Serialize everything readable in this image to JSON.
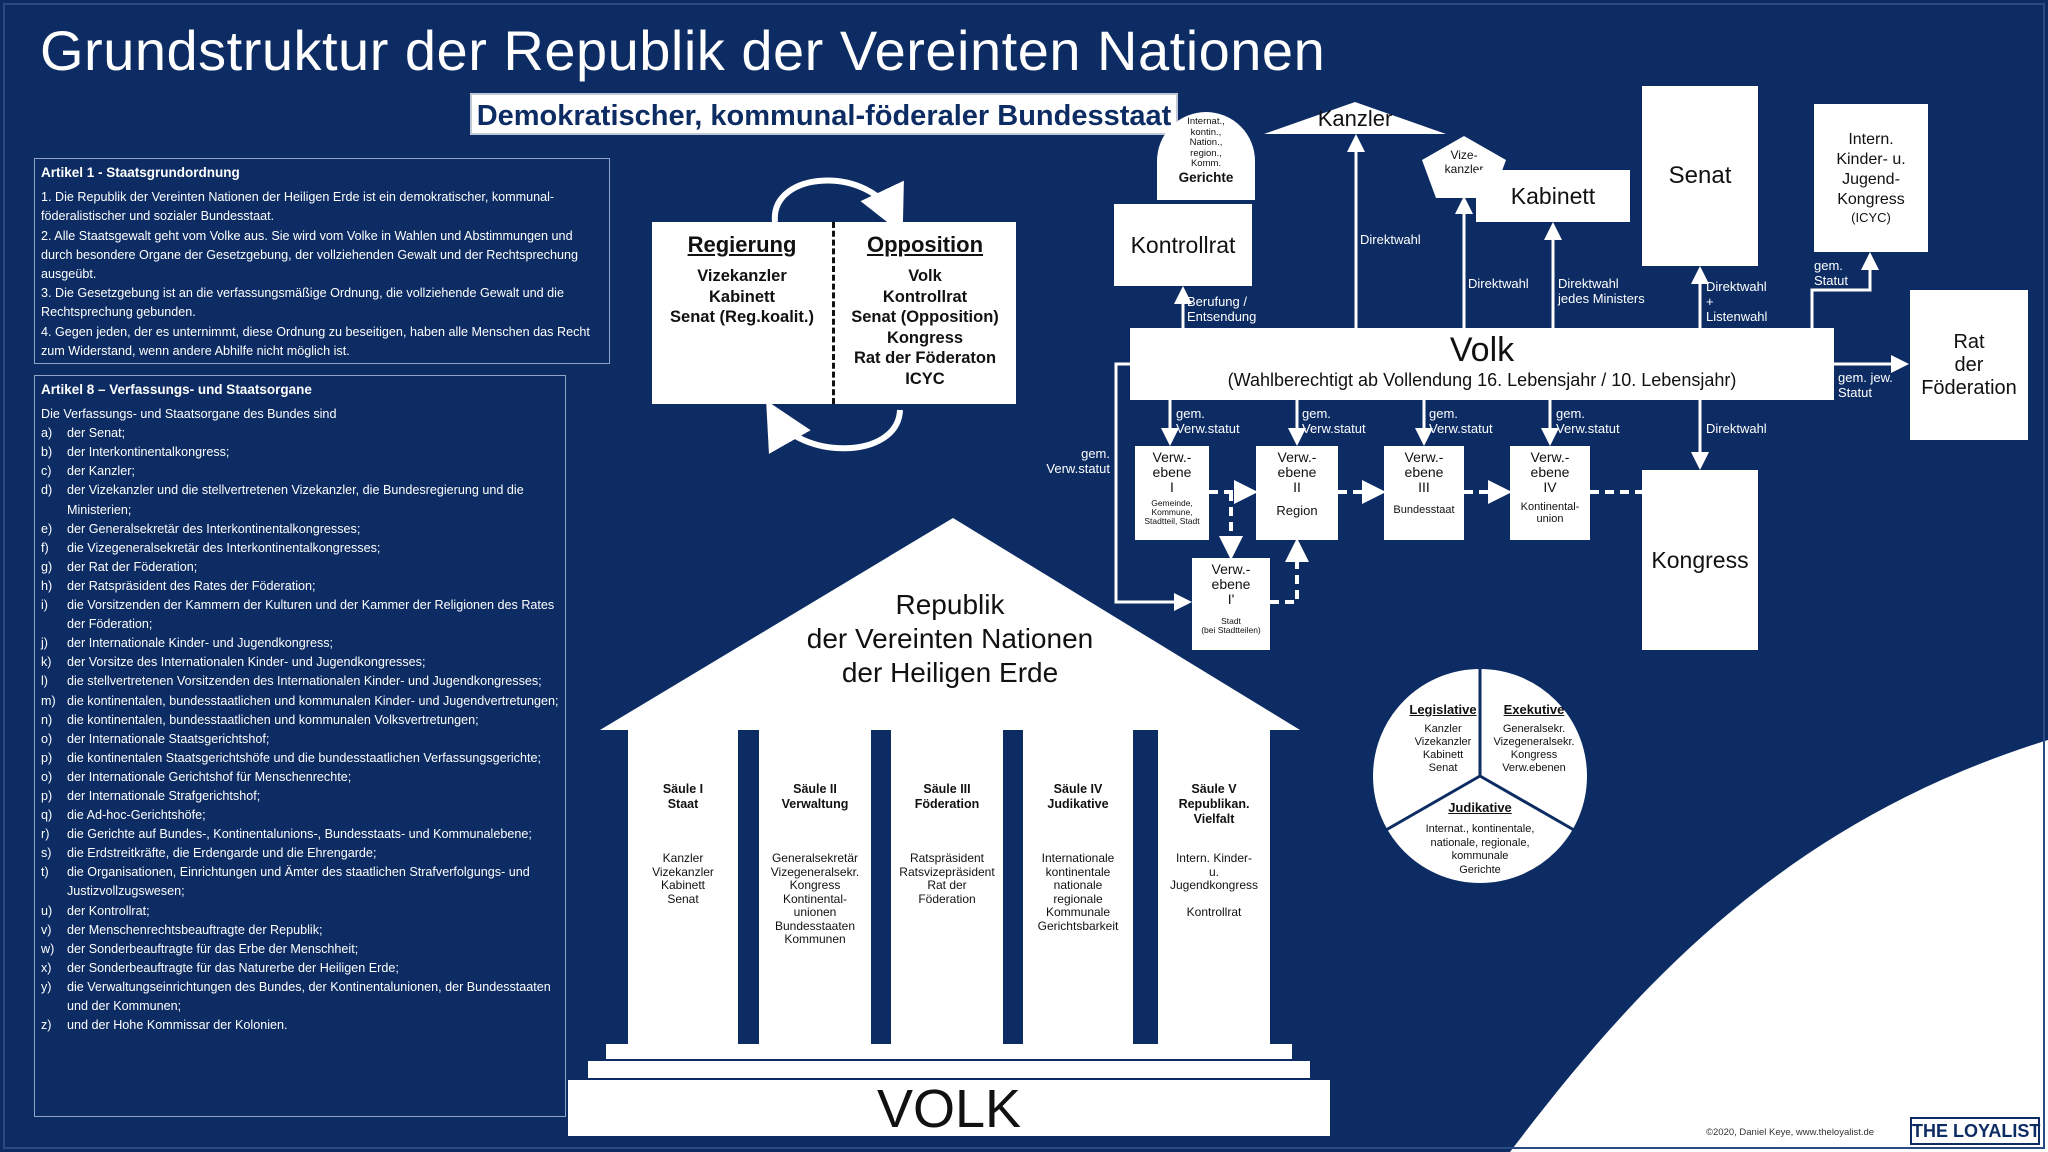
{
  "title": "Grundstruktur der Republik der Vereinten Nationen",
  "subtitle": "Demokratischer, kommunal-föderaler Bundesstaat",
  "artikel1": {
    "heading": "Artikel 1 - Staatsgrundordnung",
    "paragraphs": [
      "1. Die Republik der Vereinten Nationen der Heiligen Erde ist ein demokratischer, kommunal-föderalistischer und sozialer Bundesstaat.",
      "2. Alle Staatsgewalt geht vom Volke aus. Sie wird vom Volke in Wahlen und Abstimmungen und durch besondere Organe der Gesetzgebung, der vollziehenden Gewalt und der Rechtsprechung ausgeübt.",
      "3. Die Gesetzgebung ist an die verfassungsmäßige Ordnung, die vollziehende Gewalt und die Rechtsprechung gebunden.",
      "4. Gegen jeden, der es unternimmt, diese Ordnung zu beseitigen, haben alle Menschen das Recht zum Widerstand, wenn andere Abhilfe nicht möglich ist."
    ]
  },
  "artikel8": {
    "heading": "Artikel 8 – Verfassungs- und Staatsorgane",
    "intro": "Die Verfassungs- und Staatsorgane des Bundes sind",
    "items": [
      {
        "k": "a)",
        "t": "der Senat;"
      },
      {
        "k": "b)",
        "t": "der Interkontinentalkongress;"
      },
      {
        "k": "c)",
        "t": "der Kanzler;"
      },
      {
        "k": "d)",
        "t": "der Vizekanzler und die stellvertretenen Vizekanzler, die Bundesregierung und die Ministerien;"
      },
      {
        "k": "e)",
        "t": "der Generalsekretär des Interkontinentalkongresses;"
      },
      {
        "k": "f)",
        "t": "die Vizegeneralsekretär des Interkontinentalkongresses;"
      },
      {
        "k": "g)",
        "t": "der Rat der Föderation;"
      },
      {
        "k": "h)",
        "t": "der Ratspräsident des Rates der Föderation;"
      },
      {
        "k": "i)",
        "t": "die Vorsitzenden der Kammern der Kulturen und der Kammer  der Religionen des Rates der Föderation;"
      },
      {
        "k": "j)",
        "t": "der Internationale Kinder- und Jugendkongress;"
      },
      {
        "k": "k)",
        "t": "der Vorsitze des Internationalen Kinder- und Jugendkongresses;"
      },
      {
        "k": "l)",
        "t": "die stellvertretenen Vorsitzenden des Internationalen Kinder- und Jugendkongresses;"
      },
      {
        "k": "m)",
        "t": "die kontinentalen, bundesstaatlichen und kommunalen Kinder- und Jugendvertretungen;"
      },
      {
        "k": "n)",
        "t": "die kontinentalen, bundesstaatlichen und kommunalen    Volksvertretungen;"
      },
      {
        "k": "o)",
        "t": "der Internationale Staatsgerichtshof;"
      },
      {
        "k": "p)",
        "t": "die kontinentalen Staatsgerichtshöfe und die bundesstaatlichen Verfassungsgerichte;"
      },
      {
        "k": "o)",
        "t": "der Internationale Gerichtshof für Menschenrechte;"
      },
      {
        "k": "p)",
        "t": "der Internationale Strafgerichtshof;"
      },
      {
        "k": "q)",
        "t": "die Ad-hoc-Gerichtshöfe;"
      },
      {
        "k": "r)",
        "t": "die Gerichte auf Bundes-, Kontinentalunions-, Bundesstaats- und Kommunalebene;"
      },
      {
        "k": "s)",
        "t": "die Erdstreitkräfte, die Erdengarde und die Ehrengarde;"
      },
      {
        "k": "t)",
        "t": "die Organisationen, Einrichtungen und Ämter des staatlichen  Strafverfolgungs- und Justizvollzugswesen;"
      },
      {
        "k": "u)",
        "t": "der Kontrollrat;"
      },
      {
        "k": "v)",
        "t": "der Menschenrechtsbeauftragte der Republik;"
      },
      {
        "k": "w)",
        "t": "der Sonderbeauftragte für das Erbe der Menschheit;"
      },
      {
        "k": "x)",
        "t": "der Sonderbeauftragte für das Naturerbe der Heiligen Erde;"
      },
      {
        "k": "y)",
        "t": "die Verwaltungseinrichtungen des Bundes, der Kontinentalunionen, der Bundesstaaten und der Kommunen;"
      },
      {
        "k": "z)",
        "t": "und der Hohe Kommissar der Kolonien."
      }
    ]
  },
  "regierung": {
    "heading": "Regierung",
    "items": [
      "Vizekanzler",
      "Kabinett",
      "Senat (Reg.koalit.)"
    ]
  },
  "opposition": {
    "heading": "Opposition",
    "items": [
      "Volk",
      "Kontrollrat",
      "Senat (Opposition)",
      "Kongress",
      "Rat der Föderaton",
      "ICYC"
    ]
  },
  "tempel": {
    "roof_lines": [
      "Republik",
      "der Vereinten Nationen",
      "der Heiligen Erde"
    ],
    "base": "VOLK",
    "saeulen": [
      {
        "title": [
          "Säule I",
          "Staat"
        ],
        "content": [
          "Kanzler",
          "Vizekanzler",
          "Kabinett",
          "Senat"
        ]
      },
      {
        "title": [
          "Säule II",
          "Verwaltung"
        ],
        "content": [
          "Generalsekretär",
          "Vizegeneralsekr.",
          "Kongress",
          "Kontinental-",
          "unionen",
          "Bundesstaaten",
          "Kommunen"
        ]
      },
      {
        "title": [
          "Säule III",
          "Föderation"
        ],
        "content": [
          "Ratspräsident",
          "Ratsvizepräsident",
          "Rat der",
          "Föderation"
        ]
      },
      {
        "title": [
          "Säule IV",
          "Judikative"
        ],
        "content": [
          "Internationale",
          "kontinentale",
          "nationale",
          "regionale",
          "Kommunale",
          "Gerichtsbarkeit"
        ]
      },
      {
        "title": [
          "Säule V",
          "Republikan.",
          "Vielfalt"
        ],
        "content": [
          "Intern. Kinder-",
          "u.",
          "Jugendkongress",
          "",
          "Kontrollrat"
        ]
      }
    ]
  },
  "organe": {
    "kanzler": "Kanzler",
    "gerichte_small": [
      "Internat.,",
      "kontin.,",
      "Nation.,",
      "region.,",
      "Komm."
    ],
    "gerichte": "Gerichte",
    "vizekanzler": [
      "Vize-",
      "kanzler"
    ],
    "kabinett": "Kabinett",
    "senat": "Senat",
    "icyc": [
      "Intern.",
      "Kinder- u.",
      "Jugend-",
      "Kongress",
      "(ICYC)"
    ],
    "kontrollrat": "Kontrollrat",
    "rat": [
      "Rat",
      "der",
      "Föderation"
    ],
    "volk": "Volk",
    "volk_sub": "(Wahlberechtigt ab Vollendung 16. Lebensjahr / 10. Lebensjahr)",
    "kongress": "Kongress"
  },
  "labels": {
    "direktwahl": "Direktwahl",
    "berufung": [
      "Berufung /",
      "Entsendung"
    ],
    "direktwahl_minister": [
      "Direktwahl",
      "jedes Ministers"
    ],
    "direktwahl_liste": [
      "Direktwahl",
      "+",
      "Listenwahl"
    ],
    "gem_statut": [
      "gem.",
      "Statut"
    ],
    "gem_jew_statut": [
      "gem. jew.",
      "Statut"
    ],
    "gem_verw": [
      "gem.",
      "Verw.statut"
    ]
  },
  "verwaltung": [
    {
      "title": [
        "Verw.-",
        "ebene",
        "I"
      ],
      "sub": [
        "Gemeinde,",
        "Kommune,",
        "Stadtteil, Stadt"
      ]
    },
    {
      "title": [
        "Verw.-",
        "ebene",
        "II"
      ],
      "sub": [
        "Region"
      ]
    },
    {
      "title": [
        "Verw.-",
        "ebene",
        "III"
      ],
      "sub": [
        "Bundesstaat"
      ]
    },
    {
      "title": [
        "Verw.-",
        "ebene",
        "IV"
      ],
      "sub": [
        "Kontinental-",
        "union"
      ]
    },
    {
      "title": [
        "Verw.-",
        "ebene",
        "I'"
      ],
      "sub": [
        "Stadt",
        "(bei Stadtteilen)"
      ]
    }
  ],
  "gewalten": {
    "legislative": {
      "title": "Legislative",
      "items": [
        "Kanzler",
        "Vizekanzler",
        "Kabinett",
        "Senat"
      ]
    },
    "exekutive": {
      "title": "Exekutive",
      "items": [
        "Generalsekr.",
        "Vizegeneralsekr.",
        "Kongress",
        "Verw.ebenen"
      ]
    },
    "judikative": {
      "title": "Judikative",
      "items": [
        "Internat., kontinentale,",
        "nationale, regionale,",
        "kommunale",
        "Gerichte"
      ]
    }
  },
  "footer": {
    "copyright": "©2020, Daniel Keye, www.theloyalist.de",
    "logo": "THE LOYALIST"
  },
  "colors": {
    "background": "#0d2c63",
    "box": "#ffffff",
    "accent": "#ffffff"
  }
}
